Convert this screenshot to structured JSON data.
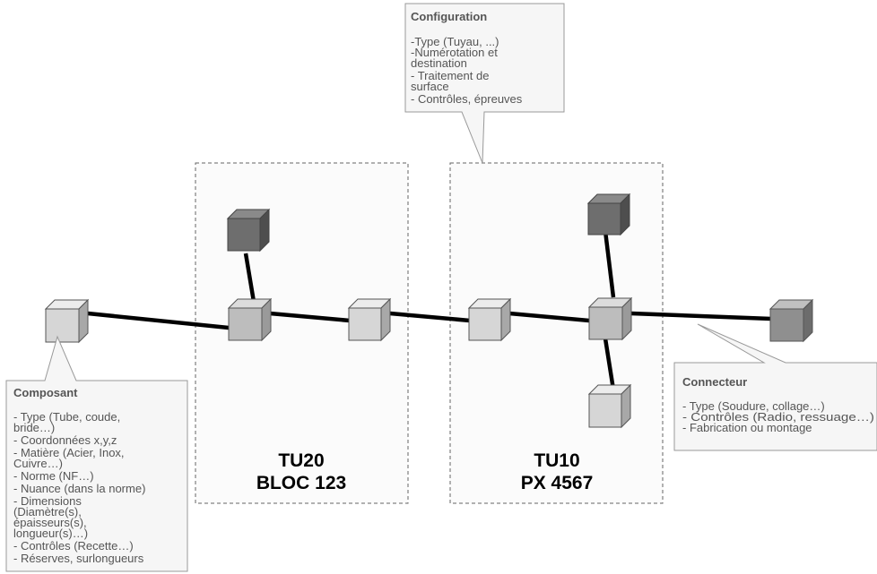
{
  "colors": {
    "cube_light": "#d6d6d6",
    "cube_medium": "#bdbdbd",
    "cube_dark": "#6e6e6e",
    "connector": "#000000",
    "callout_border": "#999999",
    "group_border": "#666666"
  },
  "groups": [
    {
      "id": "tu20",
      "code": "TU20",
      "name": "BLOC 123"
    },
    {
      "id": "tu10",
      "code": "TU10",
      "name": "PX 4567"
    }
  ],
  "callouts": {
    "configuration": {
      "title": "Configuration",
      "lines": [
        "-Type (Tuyau, ...)",
        "-Numérotation et",
        "destination",
        "- Traitement de",
        "surface",
        "- Contrôles, épreuves"
      ]
    },
    "composant": {
      "title": "Composant",
      "lines": [
        "- Type (Tube, coude,",
        "bride…)",
        "- Coordonnées x,y,z",
        "- Matière (Acier, Inox,",
        "Cuivre…)",
        "- Norme (NF…)",
        "- Nuance (dans la norme)",
        "- Dimensions",
        "(Diamètre(s),",
        "épaisseurs(s),",
        "longueur(s)…)",
        "- Contrôles (Recette…)",
        "- Réserves, surlongueurs"
      ]
    },
    "connecteur": {
      "title": "Connecteur",
      "lines": [
        "- Type (Soudure, collage…)",
        "- Contrôles (Radio, ressuage…)",
        "- Fabrication ou montage"
      ]
    }
  }
}
